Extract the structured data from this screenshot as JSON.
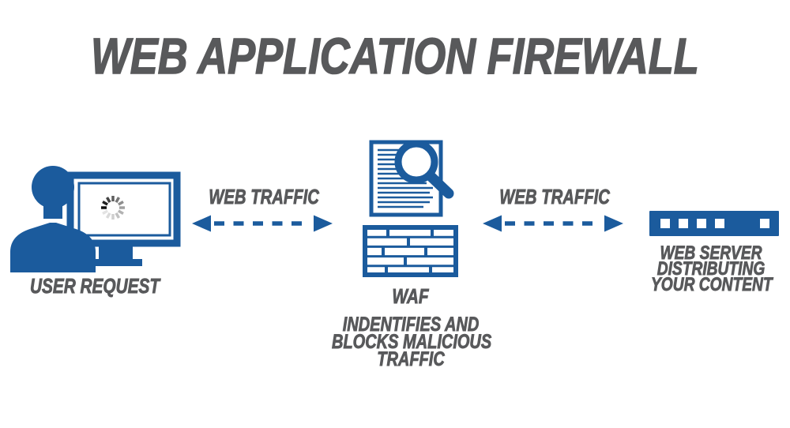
{
  "title": "WEB APPLICATION FIREWALL",
  "colors": {
    "accent_blue": "#1b5b9d",
    "text_gray": "#58595b"
  },
  "user": {
    "label": "USER REQUEST",
    "icon": "user-at-monitor-loading-icon"
  },
  "traffic_left": {
    "label": "WEB TRAFFIC",
    "icon": "dashed-double-arrow-icon"
  },
  "traffic_right": {
    "label": "WEB TRAFFIC",
    "icon": "dashed-double-arrow-icon"
  },
  "waf": {
    "label": "WAF",
    "caption_lines": [
      "INDENTIFIES AND",
      "BLOCKS MALICIOUS",
      "TRAFFIC"
    ],
    "icons": [
      "document-inspection-icon",
      "firewall-brick-wall-icon"
    ]
  },
  "server": {
    "label_lines": [
      "WEB SERVER",
      "DISTRIBUTING",
      "YOUR CONTENT"
    ],
    "icon": "web-server-icon"
  }
}
